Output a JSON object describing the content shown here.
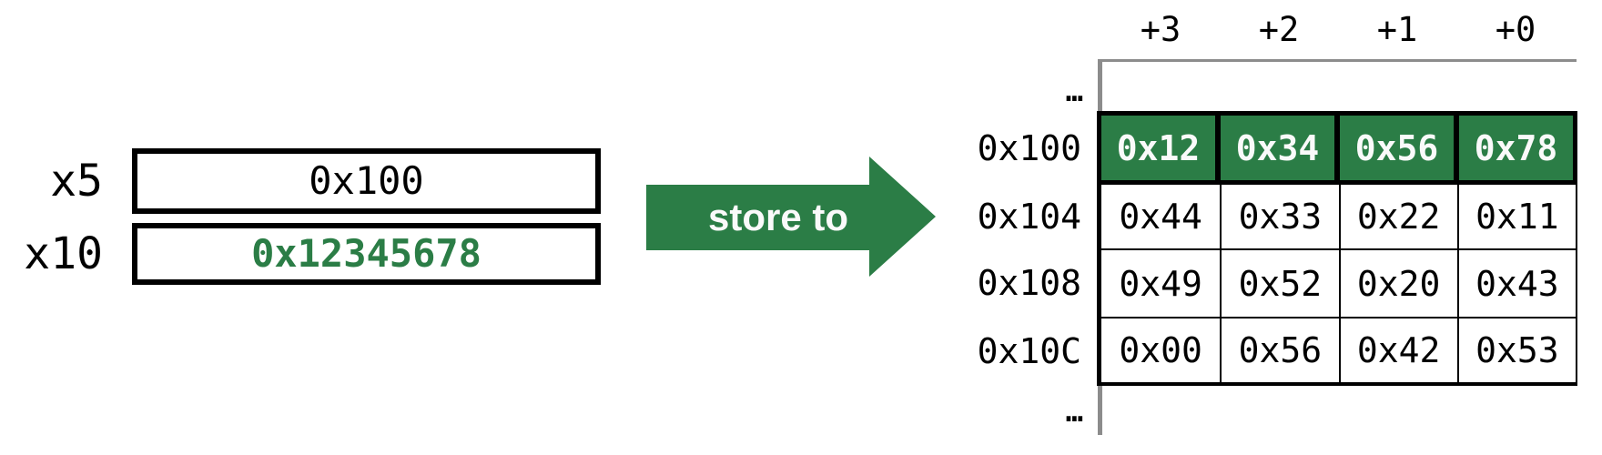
{
  "colors": {
    "green": "#2B7D46",
    "gray_line": "#8C8C8C",
    "cell_text_light": "#FAFAFA",
    "border_black": "#000000"
  },
  "registers": {
    "items": [
      {
        "name": "x5",
        "value": "0x100",
        "highlighted": false
      },
      {
        "name": "x10",
        "value": "0x12345678",
        "highlighted": true
      }
    ]
  },
  "arrow": {
    "label": "store to"
  },
  "memory": {
    "column_headers": [
      "+3",
      "+2",
      "+1",
      "+0"
    ],
    "ellipsis_top": "…",
    "ellipsis_bottom": "…",
    "rows": [
      {
        "address": "0x100",
        "bytes": [
          "0x12",
          "0x34",
          "0x56",
          "0x78"
        ],
        "highlighted": true
      },
      {
        "address": "0x104",
        "bytes": [
          "0x44",
          "0x33",
          "0x22",
          "0x11"
        ],
        "highlighted": false
      },
      {
        "address": "0x108",
        "bytes": [
          "0x49",
          "0x52",
          "0x20",
          "0x43"
        ],
        "highlighted": false
      },
      {
        "address": "0x10C",
        "bytes": [
          "0x00",
          "0x56",
          "0x42",
          "0x53"
        ],
        "highlighted": false
      }
    ]
  }
}
